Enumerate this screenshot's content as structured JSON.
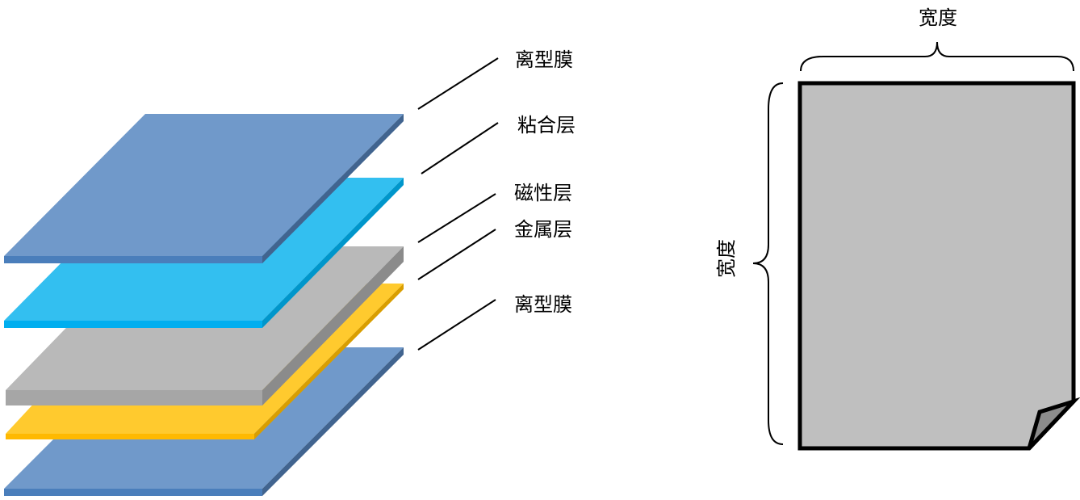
{
  "layers": [
    {
      "label": "离型膜",
      "top": "#7099CA",
      "front": "#4A7EBB",
      "side": "#41648F"
    },
    {
      "label": "粘合层",
      "top": "#33BFF0",
      "front": "#00AEEF",
      "side": "#0096CB"
    },
    {
      "label": "磁性层",
      "top": "#B9B9B9",
      "front": "#A6A6A6",
      "side": "#8B8B8B"
    },
    {
      "label": "金属层",
      "top": "#FFCA2E",
      "front": "#FFB900",
      "side": "#D99E00"
    },
    {
      "label": "离型膜",
      "top": "#7099CA",
      "front": "#4A7EBB",
      "side": "#41648F"
    }
  ],
  "sheet": {
    "width_label_top": "宽度",
    "width_label_left": "宽度",
    "fill": "#BFBFBF",
    "stroke": "#000000"
  }
}
